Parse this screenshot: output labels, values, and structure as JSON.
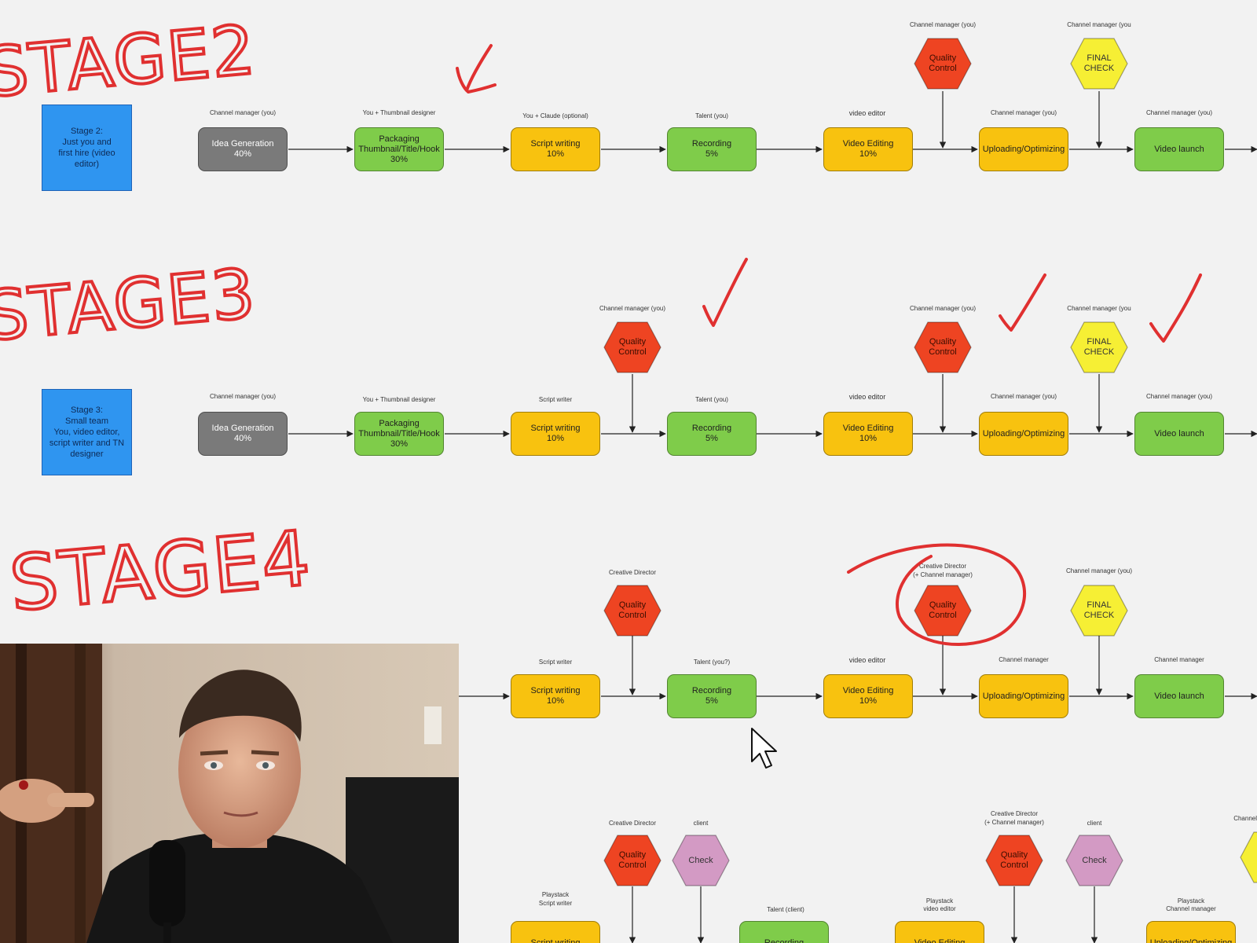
{
  "annotations": {
    "stage2_title": "STAGE2",
    "stage3_title": "STAGE3",
    "stage4_title": "STAGE4"
  },
  "stage_boxes": {
    "s2": [
      "Stage 2:",
      "Just you and",
      "first hire (video",
      "editor)"
    ],
    "s3": [
      "Stage 3:",
      "Small team",
      "You, video editor,",
      "script writer and TN",
      "designer"
    ]
  },
  "labels": {
    "idea_generation": "Idea Generation",
    "packaging": "Packaging",
    "thumbnail_title_hook": "Thumbnail/Title/Hook",
    "script_writing": "Script writing",
    "recording": "Recording",
    "video_editing": "Video Editing",
    "uploading": "Uploading/Optimizing",
    "video_launch": "Video launch",
    "quality": "Quality",
    "control": "Control",
    "final": "FINAL",
    "check_caps": "CHECK",
    "check": "Check"
  },
  "percents": {
    "p40": "40%",
    "p30": "30%",
    "p10": "10%",
    "p5": "5%"
  },
  "roles": {
    "channel_manager_you": "Channel manager (you)",
    "channel_manager_you_alt": "Channel manager (you",
    "channel_manager": "Channel manager",
    "you_thumbnail": "You + Thumbnail designer",
    "you_claude": "You + Claude (optional)",
    "talent_you": "Talent (you)",
    "talent_you_q": "Talent (you?)",
    "talent_client": "Talent (client)",
    "video_editor": "video editor",
    "script_writer": "Script writer",
    "creative_director": "Creative Director",
    "creative_director_cm": "Creative Director",
    "plus_channel_manager": "(+ Channel manager)",
    "client": "client",
    "playstack": "Playstack",
    "playstack_script_writer": "Script writer",
    "playstack_video_editor": "video editor",
    "playstack_channel_manager": "Channel manager",
    "channel_cut": "Channel"
  },
  "colors": {
    "gray": "#7a7a7a",
    "green": "#7fcc4a",
    "yellow": "#f8c20f",
    "red": "#ee4422",
    "hex_yellow": "#f6ef34",
    "pink": "#d39ac4",
    "stage_blue": "#2f95f0",
    "annotation_red": "#e03030"
  },
  "icons": {
    "checkmark": "checkmark-icon",
    "cursor": "cursor-arrow-icon"
  }
}
